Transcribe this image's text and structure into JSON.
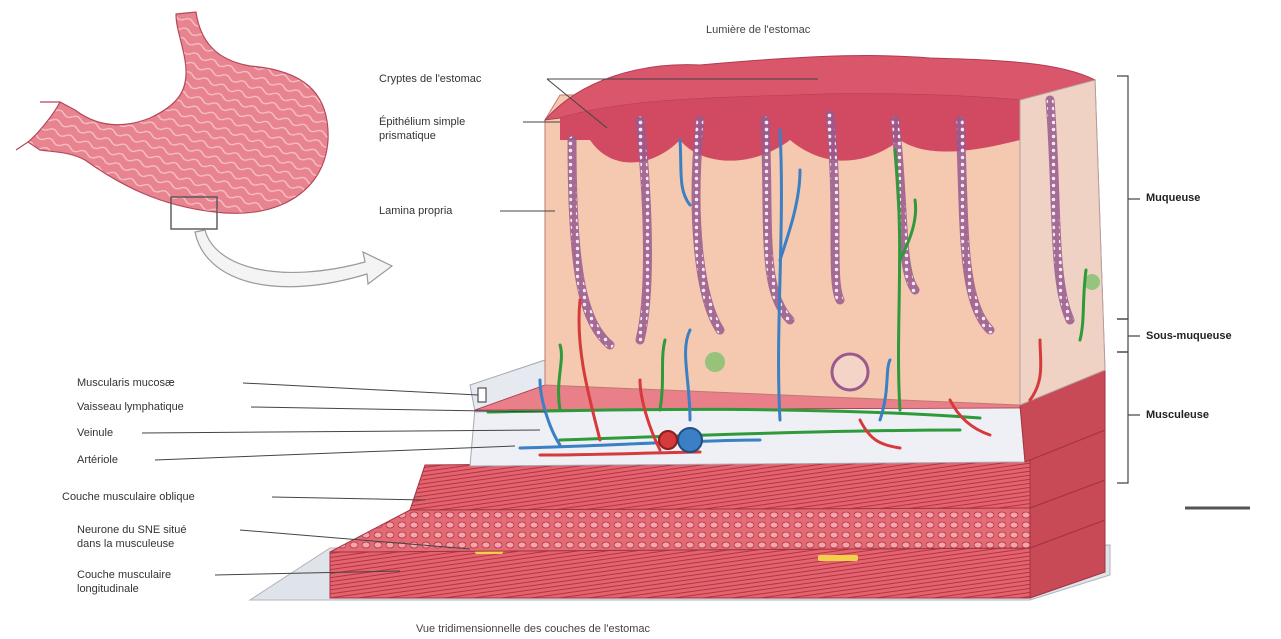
{
  "captions": {
    "top": "Lumière de l'estomac",
    "bottom": "Vue tridimensionnelle des couches de l'estomac"
  },
  "labels_left": {
    "cryptes": "Cryptes de l'estomac",
    "epithelium_1": "Épithélium simple",
    "epithelium_2": "prismatique",
    "lamina": "Lamina propria",
    "muscularis_mucosae": "Muscularis mucosæ",
    "vaisseau_lymph": "Vaisseau lymphatique",
    "veinule": "Veinule",
    "arteriole": "Artériole",
    "couche_oblique": "Couche musculaire oblique",
    "neurone_1": "Neurone du SNE situé",
    "neurone_2": "dans la musculeuse",
    "couche_long_1": "Couche musculaire",
    "couche_long_2": "longitudinale"
  },
  "labels_right": {
    "muqueuse": "Muqueuse",
    "sous_muqueuse": "Sous-muqueuse",
    "musculeuse": "Musculeuse"
  },
  "colors": {
    "mucosa": "#d9566b",
    "tissue": "#f4c9b0",
    "muscle": "#d8505c",
    "artery": "#d63a3a",
    "vein": "#3b7fc4",
    "lymph": "#2f9a3a",
    "stomach": "#e8818c",
    "arrow": "#f2f2f2"
  }
}
